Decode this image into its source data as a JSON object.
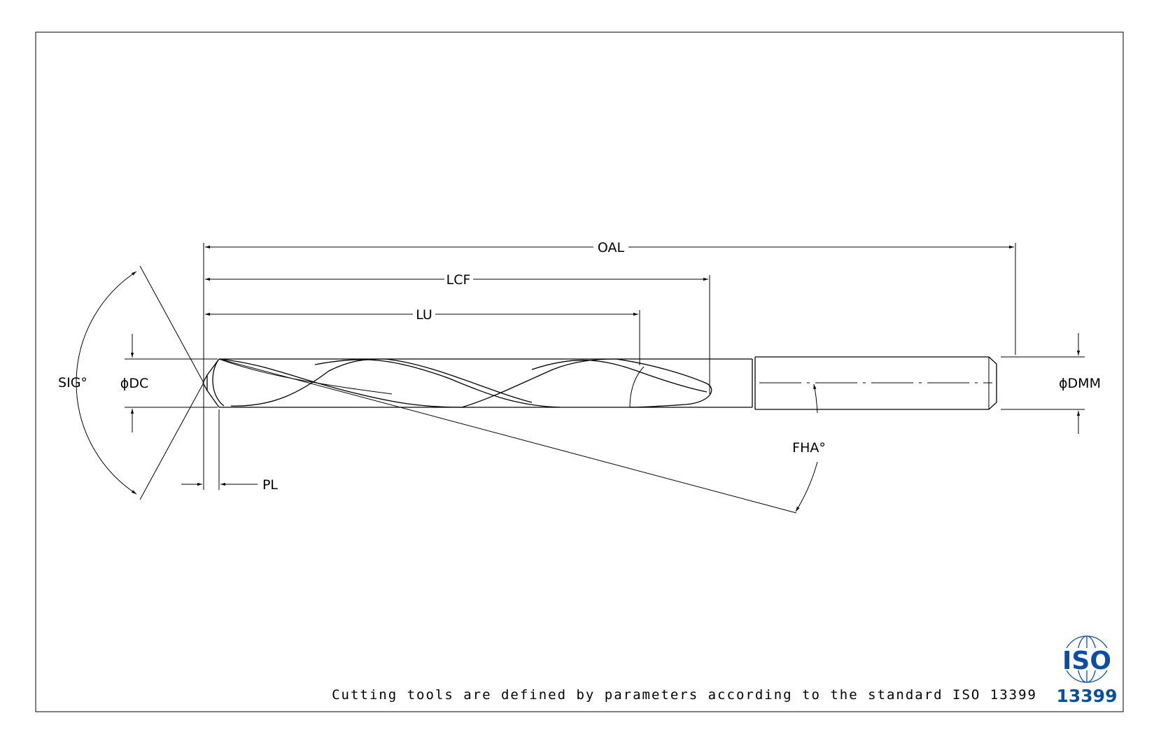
{
  "labels": {
    "oal": "OAL",
    "lcf": "LCF",
    "lu": "LU",
    "sig": "SIG°",
    "dc": "ϕDC",
    "dmm": "ϕDMM",
    "fha": "FHA°",
    "pl": "PL"
  },
  "caption": "Cutting tools are defined by parameters according to the standard ISO 13399",
  "logo": {
    "name": "iso-logo",
    "text_top": "ISO",
    "text_bottom": "13399",
    "color": "#0b4ea2"
  }
}
